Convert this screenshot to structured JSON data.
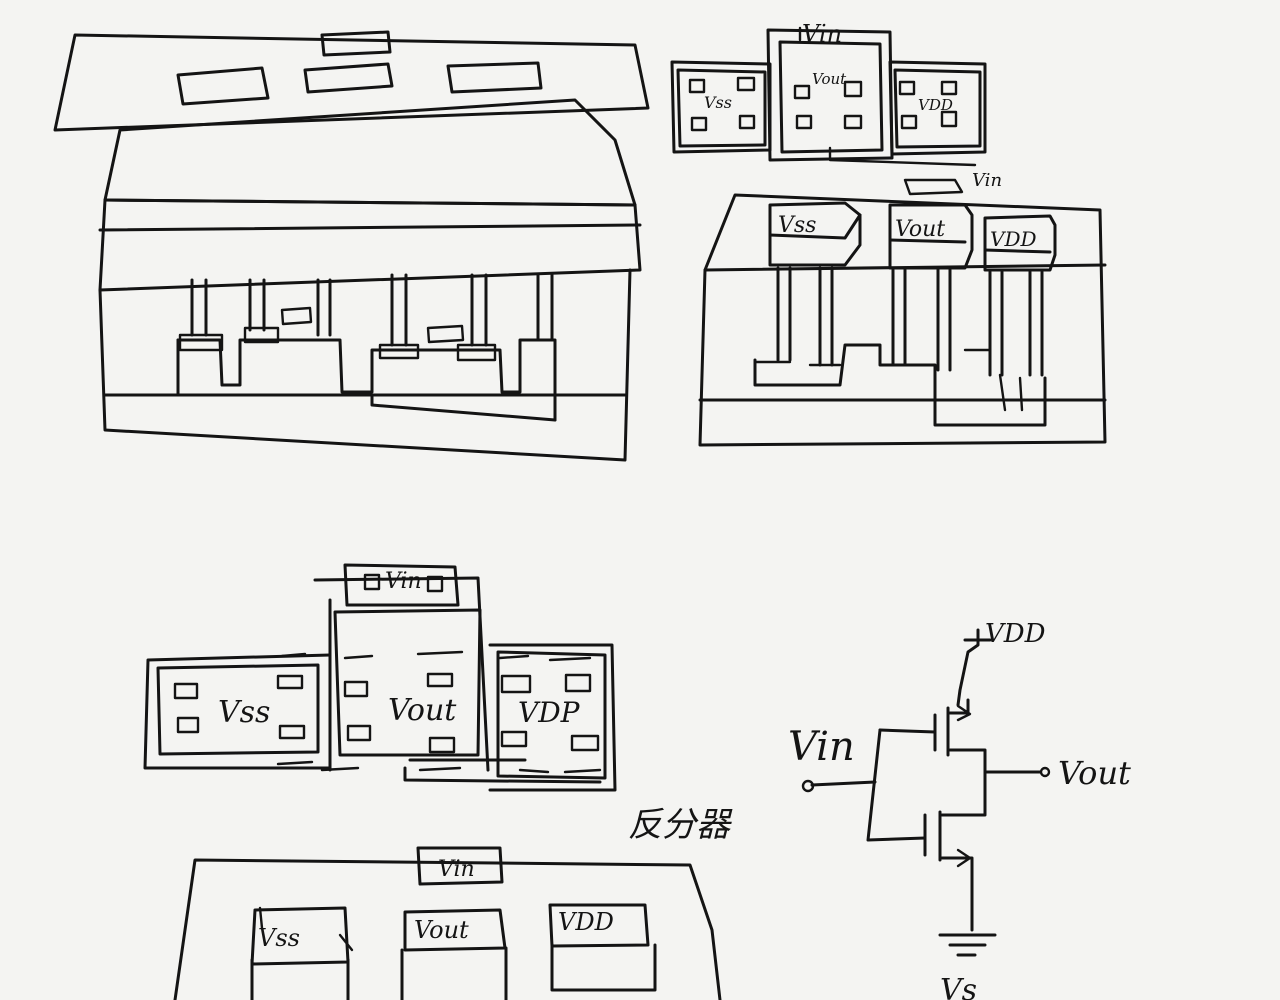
{
  "top_right_layout": {
    "vin_label": "Vin",
    "vss_label": "Vss",
    "vout_label": "Vout",
    "vdd_label": "VDD"
  },
  "top_right_3d": {
    "vin_label": "Vin",
    "vss_label": "Vss",
    "vout_label": "Vout",
    "vdd_label": "VDD"
  },
  "bottom_left_layout": {
    "vin_label": "Vin",
    "vss_label": "Vss",
    "vout_label": "Vout",
    "vdd_label": "VDP"
  },
  "bottom_left_3d": {
    "vin_label": "Vin",
    "vss_label": "Vss",
    "vout_label": "Vout",
    "vdd_label": "VDD"
  },
  "schematic": {
    "vdd_label": "VDD",
    "vin_label": "Vin",
    "vout_label": "Vout",
    "vss_label": "Vs",
    "caption": "反分器"
  }
}
